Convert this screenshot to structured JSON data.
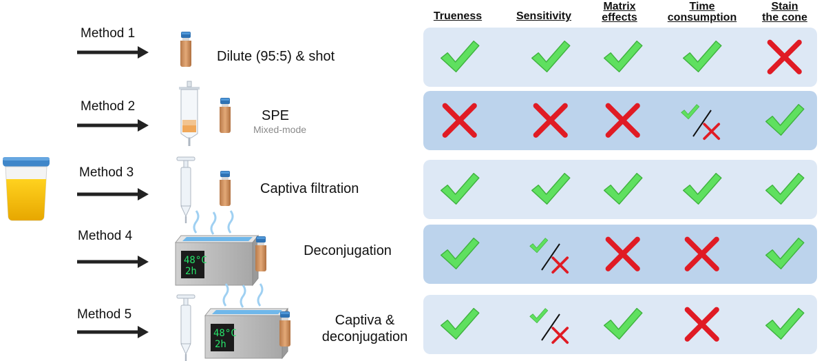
{
  "headers": {
    "trueness": "Trueness",
    "sensitivity": "Sensitivity",
    "matrix_effects": [
      "Matrix",
      "effects"
    ],
    "time_consumption": [
      "Time",
      "consumption"
    ],
    "stain_cone": [
      "Stain",
      "the cone"
    ]
  },
  "methods": [
    {
      "label": "Method 1",
      "step": [
        "Dilute (95:5) & shot"
      ],
      "sub": "",
      "results": [
        "check",
        "check",
        "check",
        "check",
        "cross"
      ]
    },
    {
      "label": "Method 2",
      "step": [
        "SPE"
      ],
      "sub": "Mixed-mode",
      "results": [
        "cross",
        "cross",
        "cross",
        "partial",
        "check"
      ]
    },
    {
      "label": "Method 3",
      "step": [
        "Captiva filtration"
      ],
      "sub": "",
      "results": [
        "check",
        "check",
        "check",
        "check",
        "check"
      ]
    },
    {
      "label": "Method 4",
      "step": [
        "Deconjugation"
      ],
      "sub": "",
      "results": [
        "check",
        "partial",
        "cross",
        "cross",
        "check"
      ]
    },
    {
      "label": "Method 5",
      "step": [
        "Captiva &",
        "deconjugation"
      ],
      "sub": "",
      "results": [
        "check",
        "partial",
        "check",
        "cross",
        "check"
      ]
    }
  ],
  "bath_display": [
    "48°C",
    "2h"
  ],
  "colors": {
    "panel_light": "#dde8f5",
    "panel_dark": "#bcd3ec",
    "check": "#5fe05f",
    "cross": "#e01b24",
    "urine": "#f2b705",
    "cap": "#3f86c9"
  },
  "icons": {
    "result_check": "check-icon",
    "result_cross": "cross-icon",
    "result_partial": "partial-check-icon",
    "arrow": "arrow-right-icon",
    "vial": "vial-icon",
    "syringe": "spe-cartridge-icon",
    "captiva": "captiva-filter-icon",
    "bath": "water-bath-icon",
    "sample": "urine-sample-cup-icon"
  }
}
